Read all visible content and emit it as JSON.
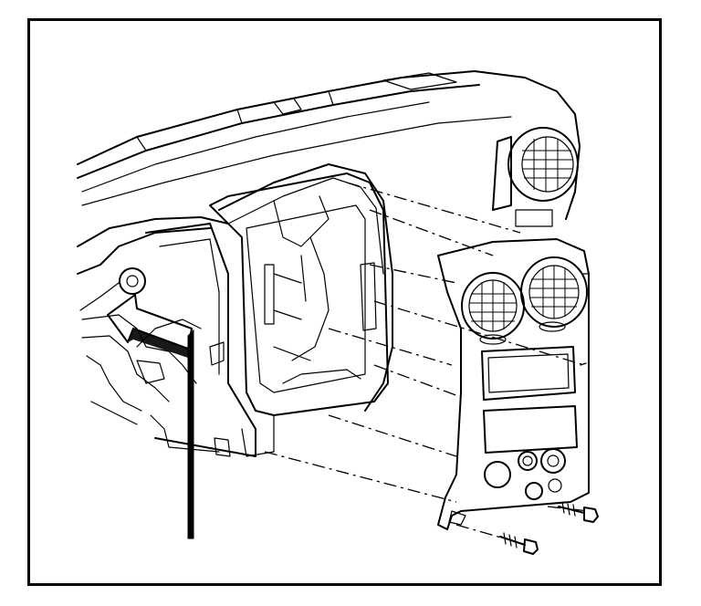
{
  "figure": {
    "subject": "instrument-panel-assembly",
    "components": [
      {
        "id": "dash-panel",
        "icon": "dashboard-shell"
      },
      {
        "id": "center-bezel",
        "icon": "trim-bezel"
      },
      {
        "id": "air-vent-left",
        "icon": "round-vent"
      },
      {
        "id": "air-vent-right",
        "icon": "round-vent"
      },
      {
        "id": "fastener-upper",
        "icon": "bolt"
      },
      {
        "id": "fastener-lower",
        "icon": "bolt"
      },
      {
        "id": "direction-arrow",
        "icon": "arrow-forward"
      }
    ],
    "colors": {
      "line": "#000000",
      "background": "#ffffff"
    }
  }
}
